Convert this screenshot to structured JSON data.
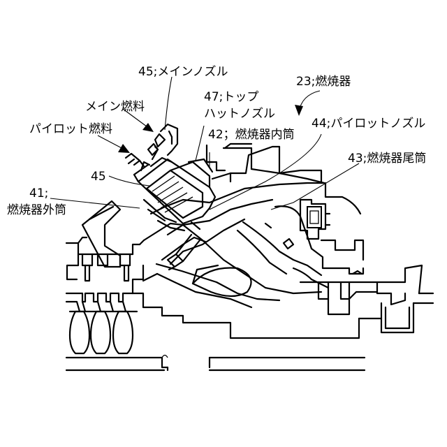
{
  "labels": {
    "main_nozzle": "45;メインノズル",
    "combustor": "23;燃焼器",
    "main_fuel": "メイン燃料",
    "top_hat_1": "47;トップ",
    "top_hat_2": "ハットノズル",
    "pilot_nozzle": "44;パイロットノズル",
    "pilot_fuel": "パイロット燃料",
    "inner_liner": "42；燃焼器内筒",
    "transition_piece": "43;燃焼器尾筒",
    "main_nozzle_short": "45",
    "outer_casing_1": "41;",
    "outer_casing_2": "燃焼器外筒"
  },
  "icons": {
    "fuel_arrow": "filled-arrow-icon",
    "combustor_arrow": "curved-arrow-icon"
  }
}
